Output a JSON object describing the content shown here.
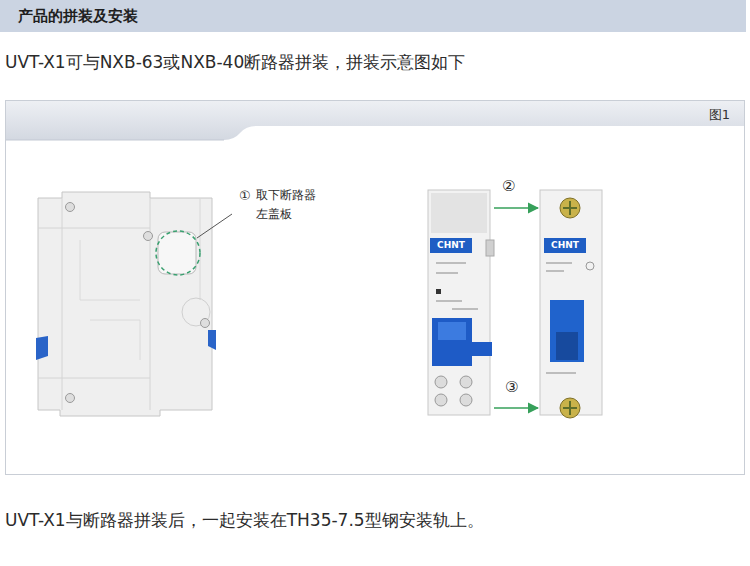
{
  "diagram": {
    "title": "产品的拼装及安装",
    "nodes": [
      {
        "text": [
          "图1"
        ]
      }
    ],
    "labels": [
      "UVT-X1可与NXB-63或NXB-40断路器拼装，拼装示意图如下",
      "①",
      "取下断路器 左盖板",
      "②",
      "CHNT",
      "③",
      "CHNT",
      "UVT-X1与断路器拼装后，一起安装在TH35-7.5型钢安装轨上。"
    ]
  }
}
